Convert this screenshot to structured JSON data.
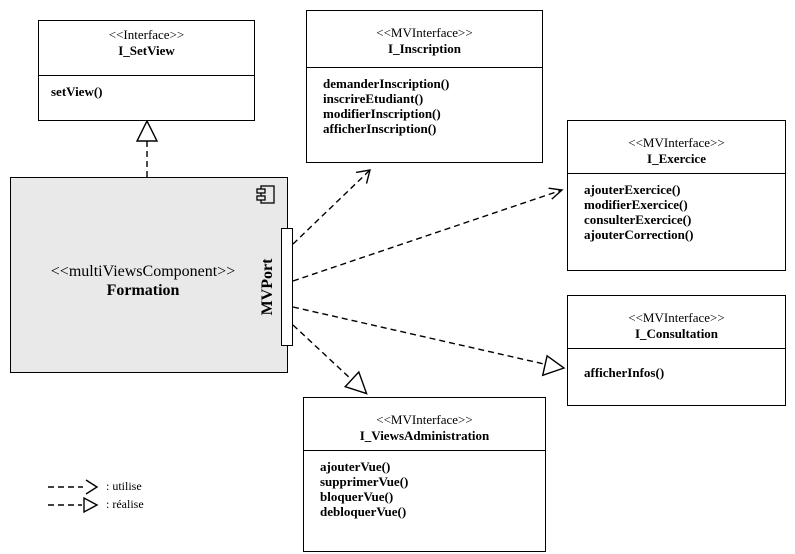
{
  "component": {
    "stereotype": "<<multiViewsComponent>>",
    "name": "Formation",
    "port": "MVPort"
  },
  "interfaces": {
    "setview": {
      "stereotype": "<<Interface>>",
      "name": "I_SetView",
      "operations": [
        "setView()"
      ]
    },
    "inscription": {
      "stereotype": "<<MVInterface>>",
      "name": "I_Inscription",
      "operations": [
        "demanderInscription()",
        "inscrireEtudiant()",
        "modifierInscription()",
        "afficherInscription()"
      ]
    },
    "exercice": {
      "stereotype": "<<MVInterface>>",
      "name": "I_Exercice",
      "operations": [
        "ajouterExercice()",
        "modifierExercice()",
        "consulterExercice()",
        "ajouterCorrection()"
      ]
    },
    "consultation": {
      "stereotype": "<<MVInterface>>",
      "name": "I_Consultation",
      "operations": [
        "afficherInfos()"
      ]
    },
    "viewsadmin": {
      "stereotype": "<<MVInterface>>",
      "name": "I_ViewsAdministration",
      "operations": [
        "ajouterVue()",
        "supprimerVue()",
        "bloquerVue()",
        "debloquerVue()"
      ]
    }
  },
  "legend": {
    "uses": ": utilise",
    "realizes": ": réalise"
  }
}
